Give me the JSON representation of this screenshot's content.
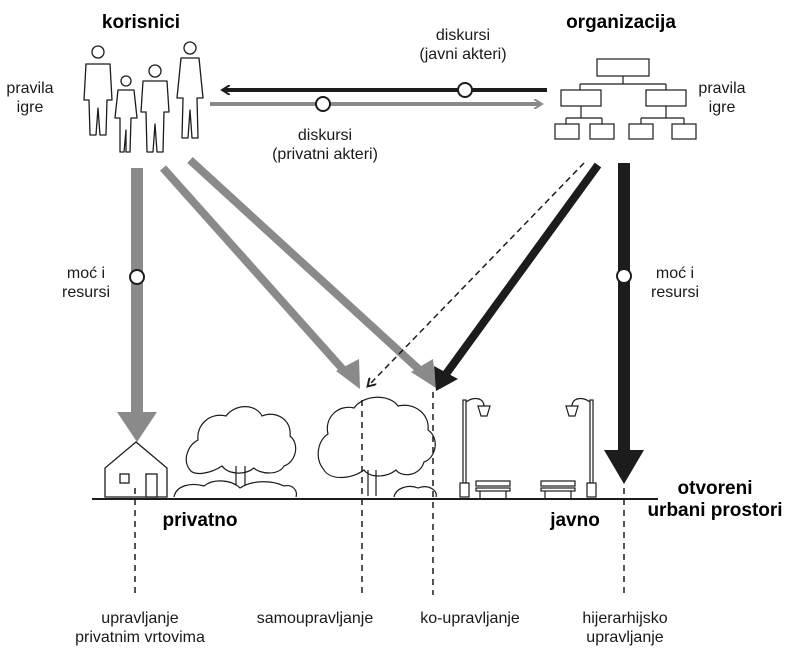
{
  "actors": {
    "users": "korisnici",
    "organization": "organizacija",
    "rules_left": [
      "pravila",
      "igre"
    ],
    "rules_right": [
      "pravila",
      "igre"
    ]
  },
  "discourses": {
    "public": [
      "diskursi",
      "(javni akteri)"
    ],
    "private": [
      "diskursi",
      "(privatni akteri)"
    ]
  },
  "power": {
    "left": [
      "moć i",
      "resursi"
    ],
    "right": [
      "moć i",
      "resursi"
    ]
  },
  "spaces": {
    "private": "privatno",
    "public": "javno",
    "open_spaces": [
      "otvoreni",
      "urbani prostori"
    ]
  },
  "governance": {
    "private_gardens": [
      "upravljanje",
      "privatnim vrtovima"
    ],
    "self": "samoupravljanje",
    "co": "ko-upravljanje",
    "hierarchical": [
      "hijerarhijsko",
      "upravljanje"
    ]
  },
  "colors": {
    "dark": "#1c1c1c",
    "gray": "#8a8a8a"
  },
  "icons": [
    "people-group-icon",
    "org-chart-icon",
    "house-icon",
    "tree-icon",
    "street-lamp-icon",
    "bench-icon"
  ]
}
